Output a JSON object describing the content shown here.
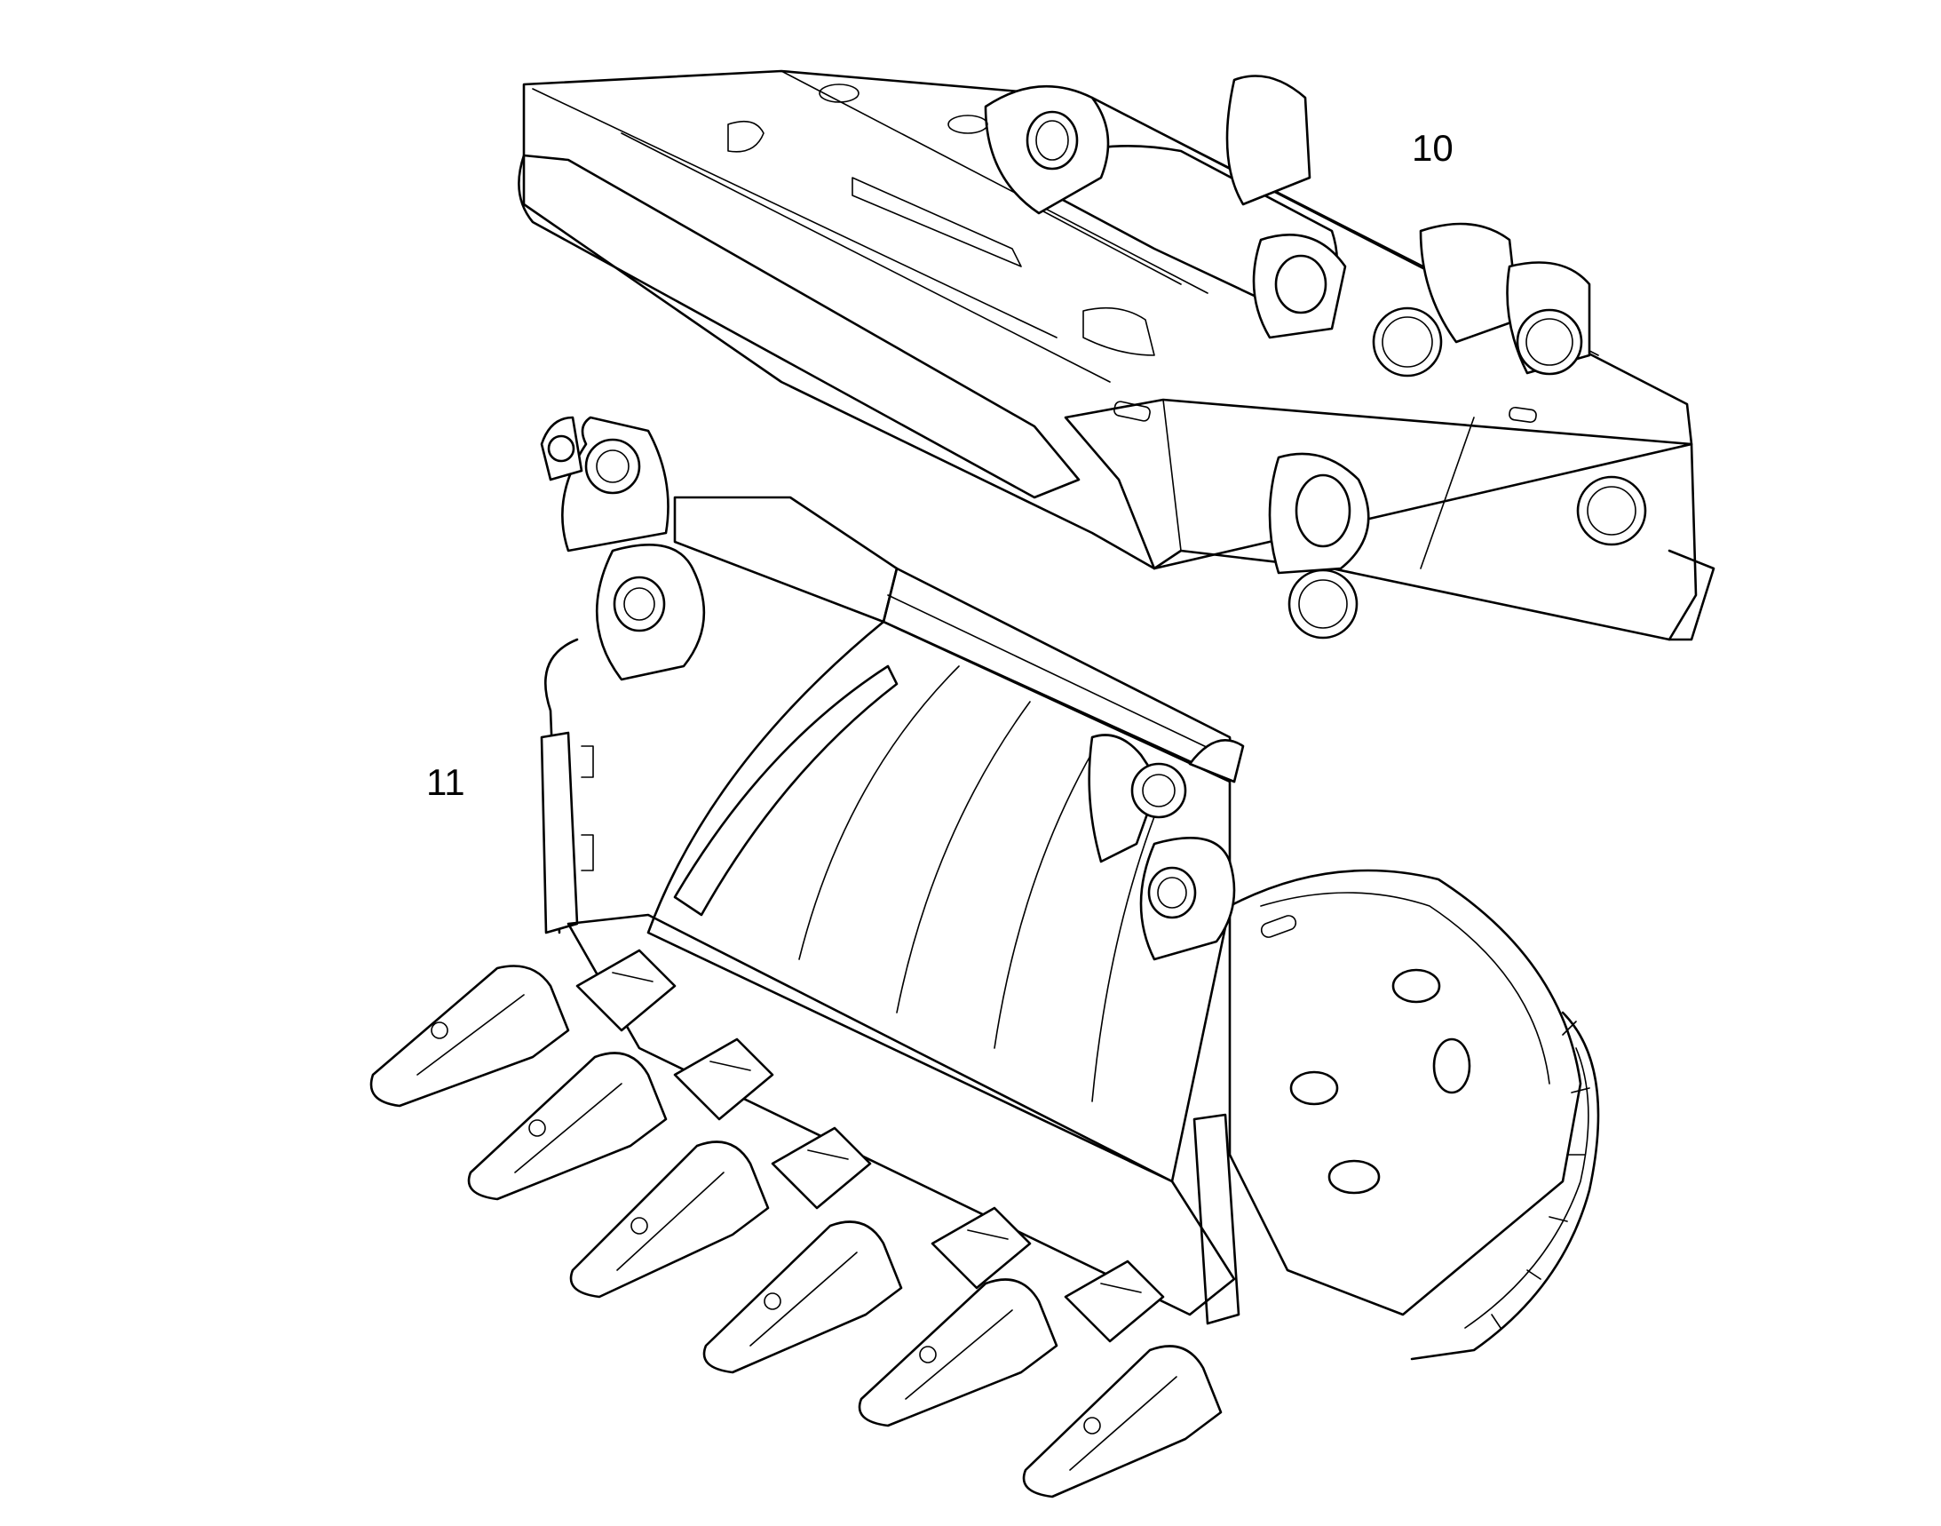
{
  "callouts": [
    {
      "id": "10",
      "label": "10"
    },
    {
      "id": "11",
      "label": "11"
    }
  ],
  "colors": {
    "line": "#000000",
    "background": "#ffffff"
  }
}
